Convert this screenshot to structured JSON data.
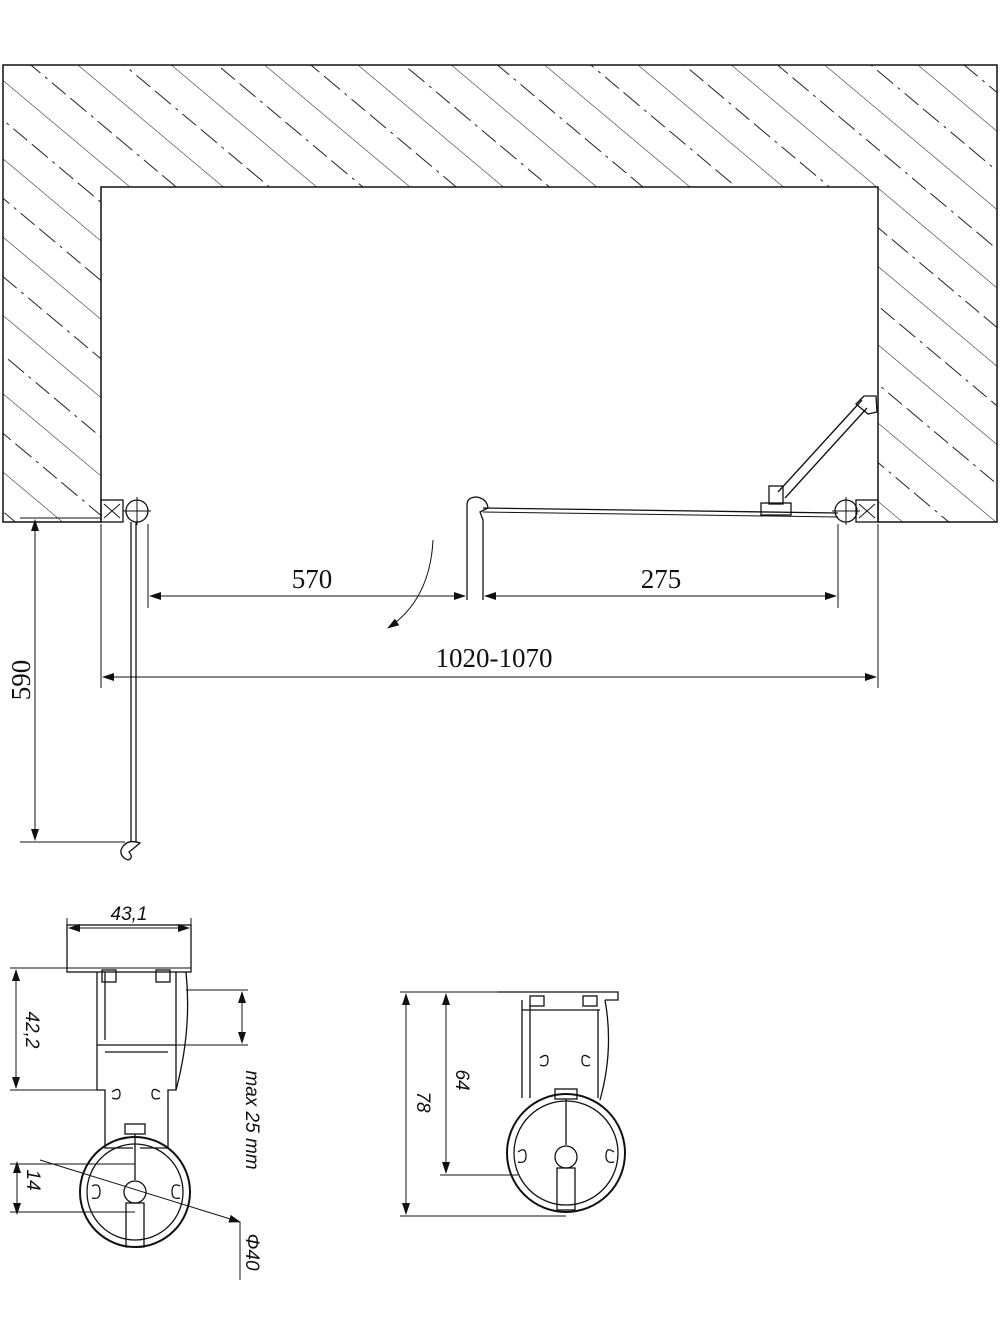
{
  "plan": {
    "dim_door": "570",
    "dim_fixed": "275",
    "dim_overall": "1020-1070",
    "dim_depth": "590"
  },
  "profile_left": {
    "dim_width": "43,1",
    "dim_height": "42,2",
    "dim_adjust": "max 25 mm",
    "dim_offset": "14",
    "dim_diameter": "Φ40"
  },
  "profile_right": {
    "dim_total": "78",
    "dim_inner": "64"
  }
}
